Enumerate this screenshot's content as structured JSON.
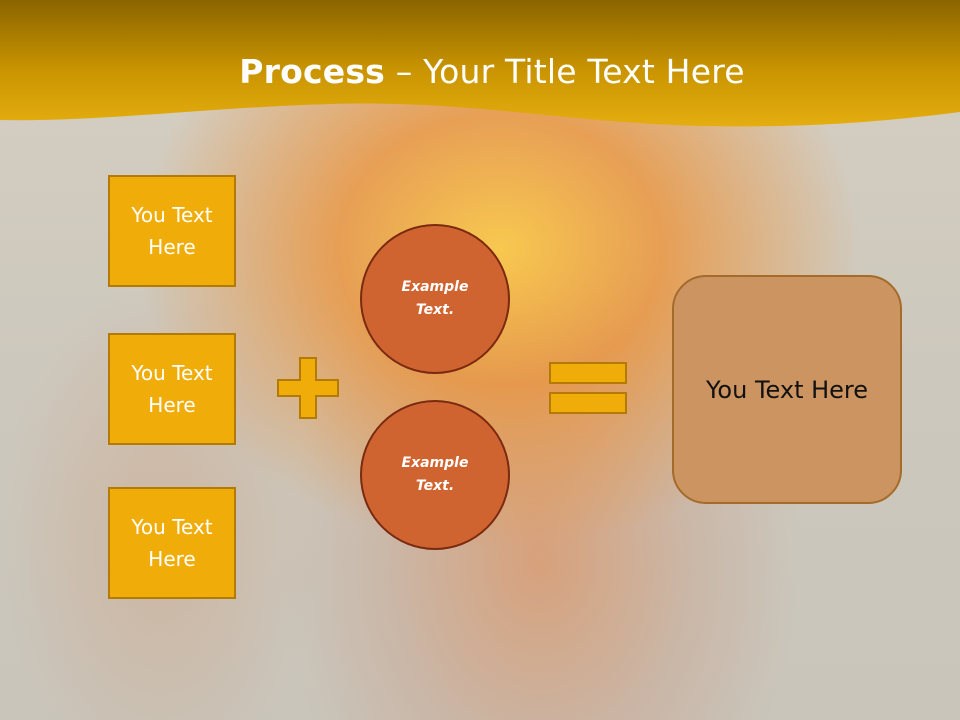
{
  "slide": {
    "title_bold": "Process",
    "title_rest": " – Your Title Text Here"
  },
  "inputs": [
    {
      "label": "You Text Here"
    },
    {
      "label": "You Text Here"
    },
    {
      "label": "You Text Here"
    }
  ],
  "examples": [
    {
      "label": "Example Text."
    },
    {
      "label": "Example Text."
    }
  ],
  "result": {
    "label": "You Text Here"
  },
  "colors": {
    "header_gold": "#d9a000",
    "box_fill": "#f0ad0a",
    "circle_fill": "#d06430",
    "result_fill": "#cc9461",
    "operator_fill": "#f0ad0a"
  },
  "icons": {
    "plus": "plus-icon",
    "equals": "equals-icon"
  }
}
